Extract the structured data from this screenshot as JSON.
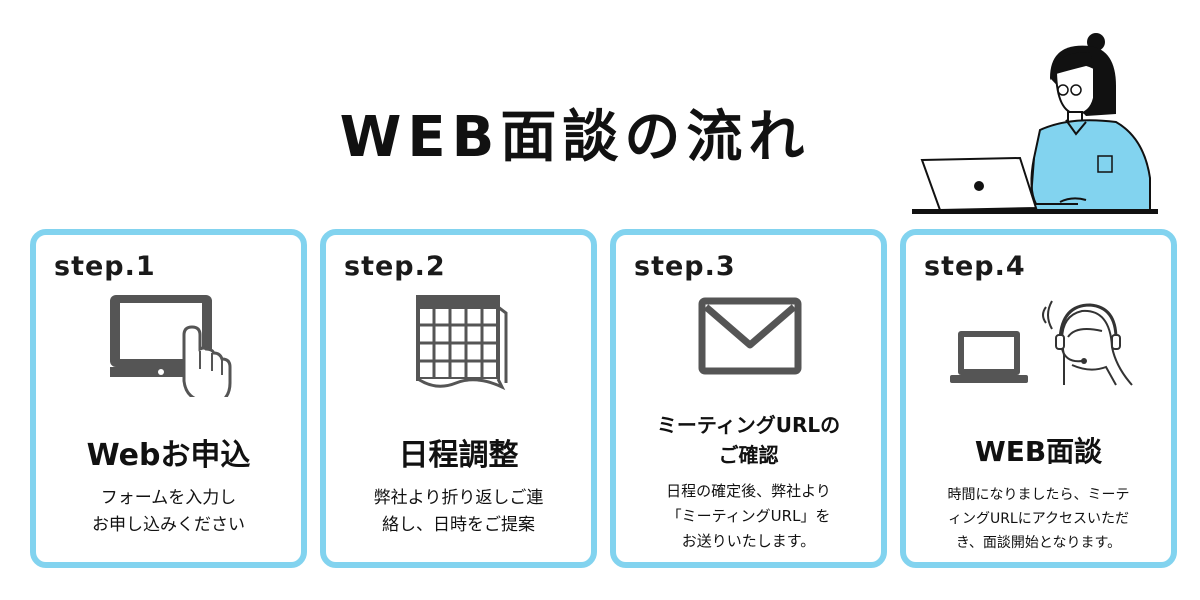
{
  "title": "WEB面談の流れ",
  "accent_color": "#82d3ef",
  "illustration": "person-at-laptop-illustration",
  "steps": [
    {
      "label": "step.1",
      "icon": "tablet-touch-icon",
      "title": "Webお申込",
      "desc": "フォームを入力し\nお申し込みください"
    },
    {
      "label": "step.2",
      "icon": "calendar-icon",
      "title": "日程調整",
      "desc": "弊社より折り返しご連\n絡し、日時をご提案"
    },
    {
      "label": "step.3",
      "icon": "envelope-icon",
      "title": "ミーティングURLの\nご確認",
      "desc": "日程の確定後、弊社より\n「ミーティングURL」を\nお送りいたします。"
    },
    {
      "label": "step.4",
      "icon": "laptop-headset-operator-icon",
      "title": "WEB面談",
      "desc": "時間になりましたら、ミーテ\nィングURLにアクセスいただ\nき、面談開始となります。"
    }
  ]
}
